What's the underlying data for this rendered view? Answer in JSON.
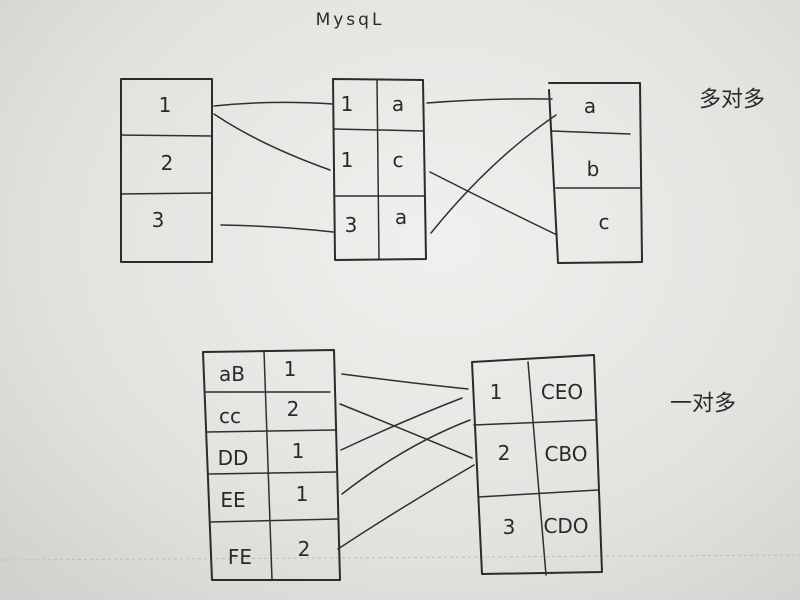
{
  "title": "MysqL",
  "many_to_many": {
    "label": "多对多",
    "left_table": [
      "1",
      "2",
      "3"
    ],
    "junction_table": [
      [
        "1",
        "a"
      ],
      [
        "1",
        "c"
      ],
      [
        "3",
        "a"
      ]
    ],
    "right_table": [
      "a",
      "b",
      "c"
    ]
  },
  "one_to_many": {
    "label": "一对多",
    "child_table": [
      [
        "aB",
        "1"
      ],
      [
        "cc",
        "2"
      ],
      [
        "DD",
        "1"
      ],
      [
        "EE",
        "1"
      ],
      [
        "FE",
        "2"
      ]
    ],
    "parent_table": [
      [
        "1",
        "CEO"
      ],
      [
        "2",
        "CBO"
      ],
      [
        "3",
        "CDO"
      ]
    ]
  }
}
